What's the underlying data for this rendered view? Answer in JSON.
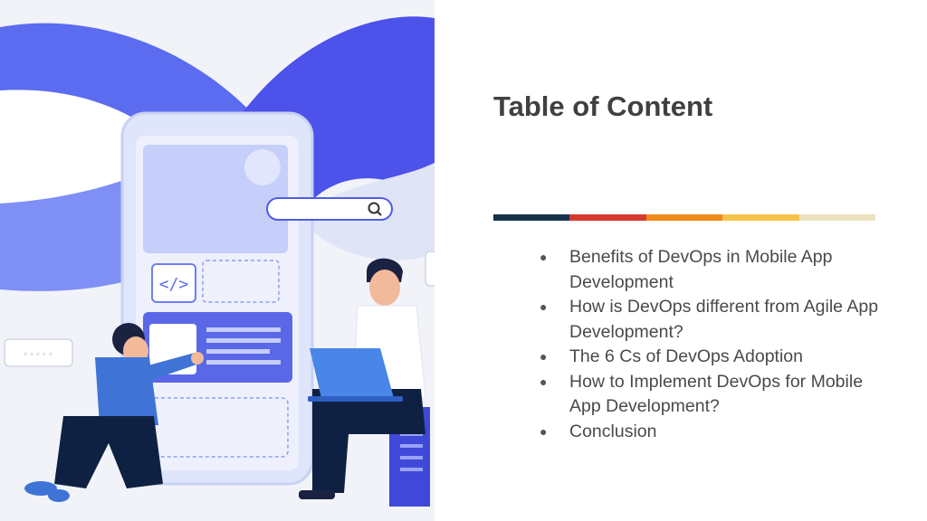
{
  "slide": {
    "title": "Table of Content",
    "accent_colors": [
      "#16324a",
      "#d63a2e",
      "#f08a1c",
      "#f6c34a",
      "#ede2c0"
    ],
    "toc_items": [
      {
        "text": "Benefits of DevOps in Mobile App Development"
      },
      {
        "text": "How is DevOps different from Agile App Development?"
      },
      {
        "text": "The 6 Cs of DevOps Adoption"
      },
      {
        "text": "How to Implement DevOps for Mobile App Development?"
      },
      {
        "text": "Conclusion"
      }
    ],
    "bullet_glyph": "●"
  },
  "illustration": {
    "description_icons": [
      "infinity-loop-icon",
      "smartphone-icon",
      "search-icon",
      "code-icon",
      "chat-bubble-icon",
      "laptop-icon",
      "person-icon"
    ]
  }
}
